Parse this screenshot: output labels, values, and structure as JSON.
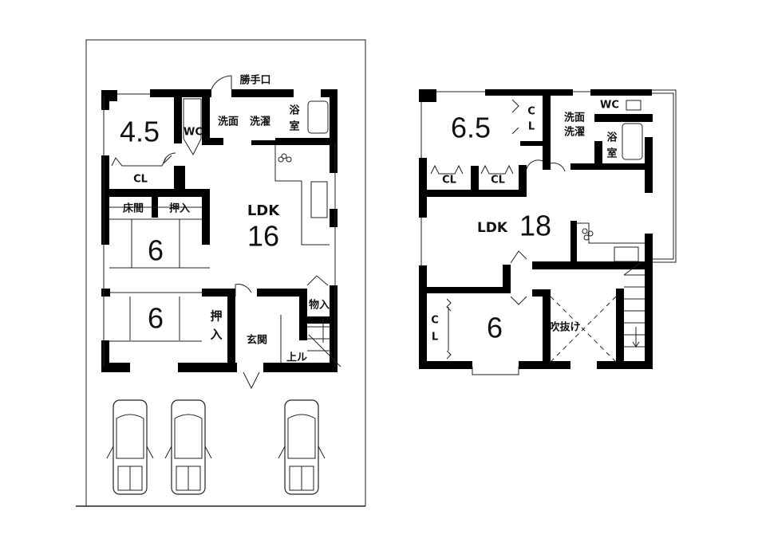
{
  "floor1": {
    "labels": {
      "back_door": "勝手口",
      "room_45": "4.5",
      "wc": "WC",
      "washroom": "洗面",
      "laundry": "洗濯",
      "bath_1": "浴",
      "bath_2": "室",
      "closet": "CL",
      "tokonoma": "床間",
      "oshiire": "押入",
      "ldk": "LDK",
      "ldk_size": "16",
      "room_6a": "6",
      "room_6b": "6",
      "oshiire_v1": "押",
      "oshiire_v2": "入",
      "entrance": "玄関",
      "storage": "物入",
      "stairs_up": "上ル"
    }
  },
  "floor2": {
    "labels": {
      "room_65": "6.5",
      "cl_v1": "C",
      "cl_v2": "L",
      "washroom": "洗面",
      "laundry": "洗濯",
      "wc": "WC",
      "bath_1": "浴",
      "bath_2": "室",
      "closet_a": "CL",
      "closet_b": "CL",
      "ldk": "LDK",
      "ldk_size": "18",
      "cl2_v1": "C",
      "cl2_v2": "L",
      "room_6": "6",
      "atrium": "吹抜け"
    }
  }
}
